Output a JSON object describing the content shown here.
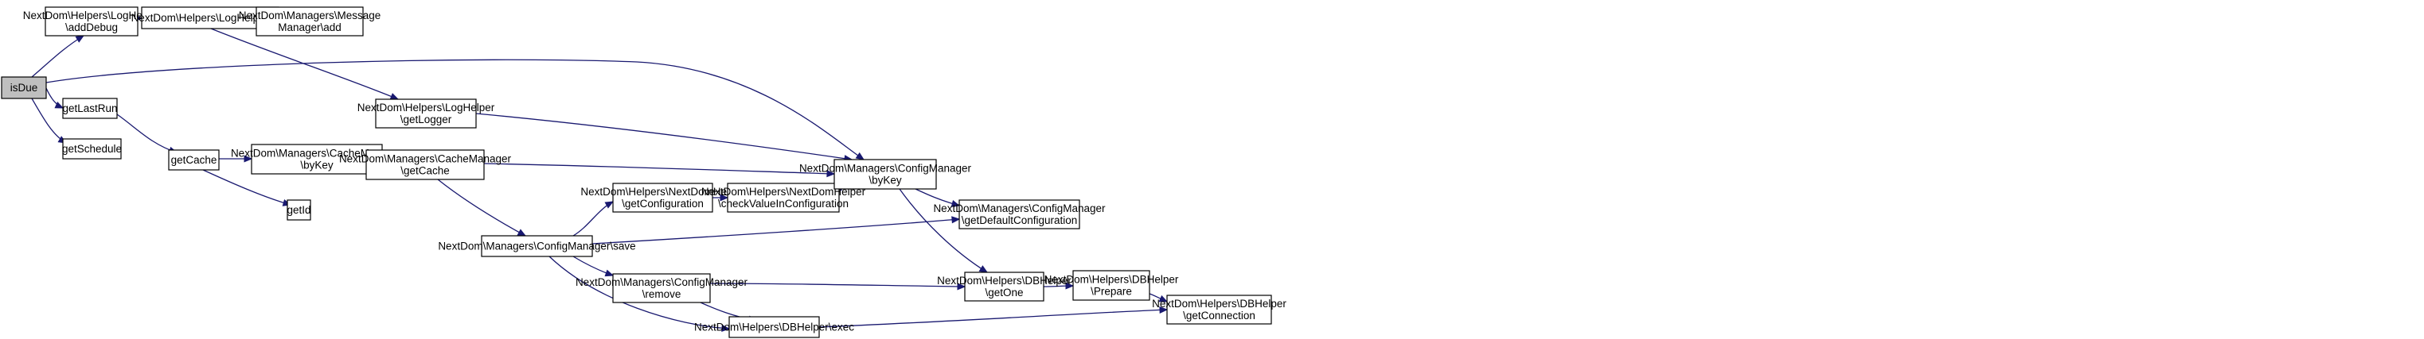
{
  "diagram": {
    "nodes": [
      {
        "id": "isDue",
        "lines": [
          "isDue"
        ],
        "root": true
      },
      {
        "id": "addDebug",
        "lines": [
          "NextDom\\Helpers\\LogHelper",
          "\\addDebug"
        ]
      },
      {
        "id": "getLastRun",
        "lines": [
          "getLastRun"
        ]
      },
      {
        "id": "getSchedule",
        "lines": [
          "getSchedule"
        ]
      },
      {
        "id": "logAdd",
        "lines": [
          "NextDom\\Helpers\\LogHelper\\add"
        ]
      },
      {
        "id": "msgAdd",
        "lines": [
          "NextDom\\Managers\\Message",
          "Manager\\add"
        ]
      },
      {
        "id": "getLogger",
        "lines": [
          "NextDom\\Helpers\\LogHelper",
          "\\getLogger"
        ]
      },
      {
        "id": "getCache",
        "lines": [
          "getCache"
        ]
      },
      {
        "id": "cacheByKey",
        "lines": [
          "NextDom\\Managers\\CacheManager",
          "\\byKey"
        ]
      },
      {
        "id": "getId",
        "lines": [
          "getId"
        ]
      },
      {
        "id": "cmGetCache",
        "lines": [
          "NextDom\\Managers\\CacheManager",
          "\\getCache"
        ]
      },
      {
        "id": "cfgSave",
        "lines": [
          "NextDom\\Managers\\ConfigManager\\save"
        ]
      },
      {
        "id": "ndGetConfig",
        "lines": [
          "NextDom\\Helpers\\NextDomHelper",
          "\\getConfiguration"
        ]
      },
      {
        "id": "cfgRemove",
        "lines": [
          "NextDom\\Managers\\ConfigManager",
          "\\remove"
        ]
      },
      {
        "id": "checkValue",
        "lines": [
          "NextDom\\Helpers\\NextDomHelper",
          "\\checkValueInConfiguration"
        ]
      },
      {
        "id": "dbExec",
        "lines": [
          "NextDom\\Helpers\\DBHelper\\exec"
        ]
      },
      {
        "id": "cfgByKey",
        "lines": [
          "NextDom\\Managers\\ConfigManager",
          "\\byKey"
        ]
      },
      {
        "id": "getOne",
        "lines": [
          "NextDom\\Helpers\\DBHelper",
          "\\getOne"
        ]
      },
      {
        "id": "getDefaultConfig",
        "lines": [
          "NextDom\\Managers\\ConfigManager",
          "\\getDefaultConfiguration"
        ]
      },
      {
        "id": "prepare",
        "lines": [
          "NextDom\\Helpers\\DBHelper",
          "\\Prepare"
        ]
      },
      {
        "id": "getConnection",
        "lines": [
          "NextDom\\Helpers\\DBHelper",
          "\\getConnection"
        ]
      }
    ],
    "edges": [
      {
        "from": "isDue",
        "to": "addDebug"
      },
      {
        "from": "isDue",
        "to": "getLastRun"
      },
      {
        "from": "isDue",
        "to": "getSchedule"
      },
      {
        "from": "isDue",
        "to": "cfgByKey"
      },
      {
        "from": "addDebug",
        "to": "logAdd"
      },
      {
        "from": "logAdd",
        "to": "msgAdd"
      },
      {
        "from": "logAdd",
        "to": "getLogger"
      },
      {
        "from": "getLogger",
        "to": "cfgByKey"
      },
      {
        "from": "getLastRun",
        "to": "getCache"
      },
      {
        "from": "getCache",
        "to": "cacheByKey"
      },
      {
        "from": "getCache",
        "to": "getId"
      },
      {
        "from": "cacheByKey",
        "to": "cmGetCache"
      },
      {
        "from": "cmGetCache",
        "to": "cfgByKey"
      },
      {
        "from": "cmGetCache",
        "to": "cfgSave"
      },
      {
        "from": "cfgSave",
        "to": "ndGetConfig"
      },
      {
        "from": "cfgSave",
        "to": "getDefaultConfig"
      },
      {
        "from": "cfgSave",
        "to": "cfgRemove"
      },
      {
        "from": "cfgSave",
        "to": "dbExec"
      },
      {
        "from": "ndGetConfig",
        "to": "checkValue"
      },
      {
        "from": "checkValue",
        "to": "cfgByKey"
      },
      {
        "from": "cfgByKey",
        "to": "getDefaultConfig"
      },
      {
        "from": "cfgByKey",
        "to": "getOne"
      },
      {
        "from": "cfgRemove",
        "to": "getOne"
      },
      {
        "from": "cfgRemove",
        "to": "dbExec"
      },
      {
        "from": "dbExec",
        "to": "getConnection"
      },
      {
        "from": "getOne",
        "to": "prepare"
      },
      {
        "from": "prepare",
        "to": "getConnection"
      }
    ]
  }
}
